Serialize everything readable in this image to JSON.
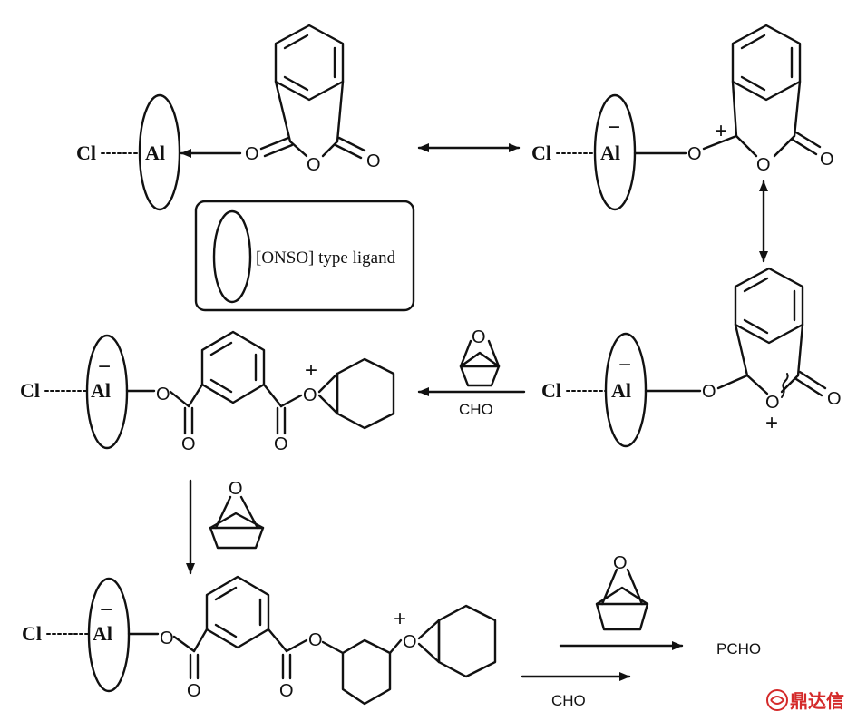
{
  "labels": {
    "cl": "Cl",
    "al": "Al",
    "minus": "−",
    "plus": "+",
    "o": "O"
  },
  "legend": {
    "text": "[ONSO] type ligand"
  },
  "arrows": {
    "cho": "CHO",
    "product": "PCHO"
  },
  "watermark": {
    "text": "鼎达信",
    "color": "#d42a2a"
  }
}
